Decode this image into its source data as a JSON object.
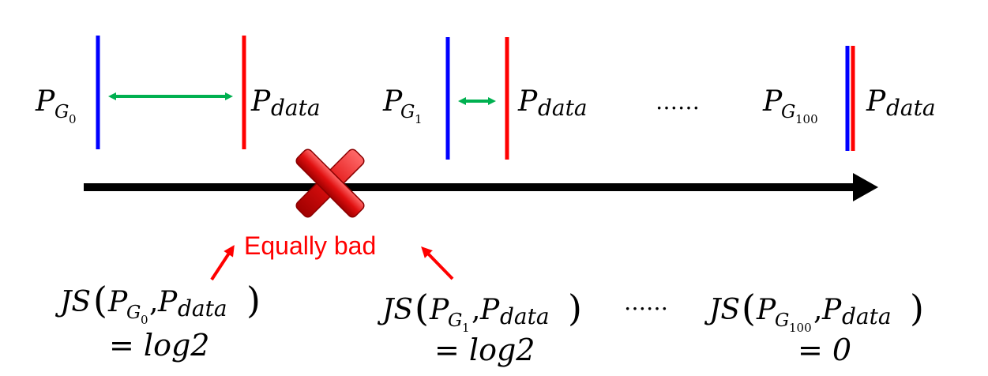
{
  "colors": {
    "generator_line": "#0000ff",
    "data_line": "#ff0000",
    "distance_arrow": "#00b050",
    "axis": "#000000",
    "annotation": "#ff0000",
    "cross": "#c00000"
  },
  "icons": {
    "cross": "red-x-cross-icon"
  },
  "top_row": {
    "p": "P",
    "g": "G",
    "data": "data",
    "sub0": "0",
    "sub1": "1",
    "sub100": "100",
    "ellipsis": "……"
  },
  "annotation": {
    "label": "Equally bad"
  },
  "bottom_row": {
    "js": "JS",
    "open_paren": "(",
    "close_paren": ")",
    "comma": ",",
    "eq_log2": "= log2",
    "eq_zero": "= 0",
    "ellipsis": "……"
  }
}
